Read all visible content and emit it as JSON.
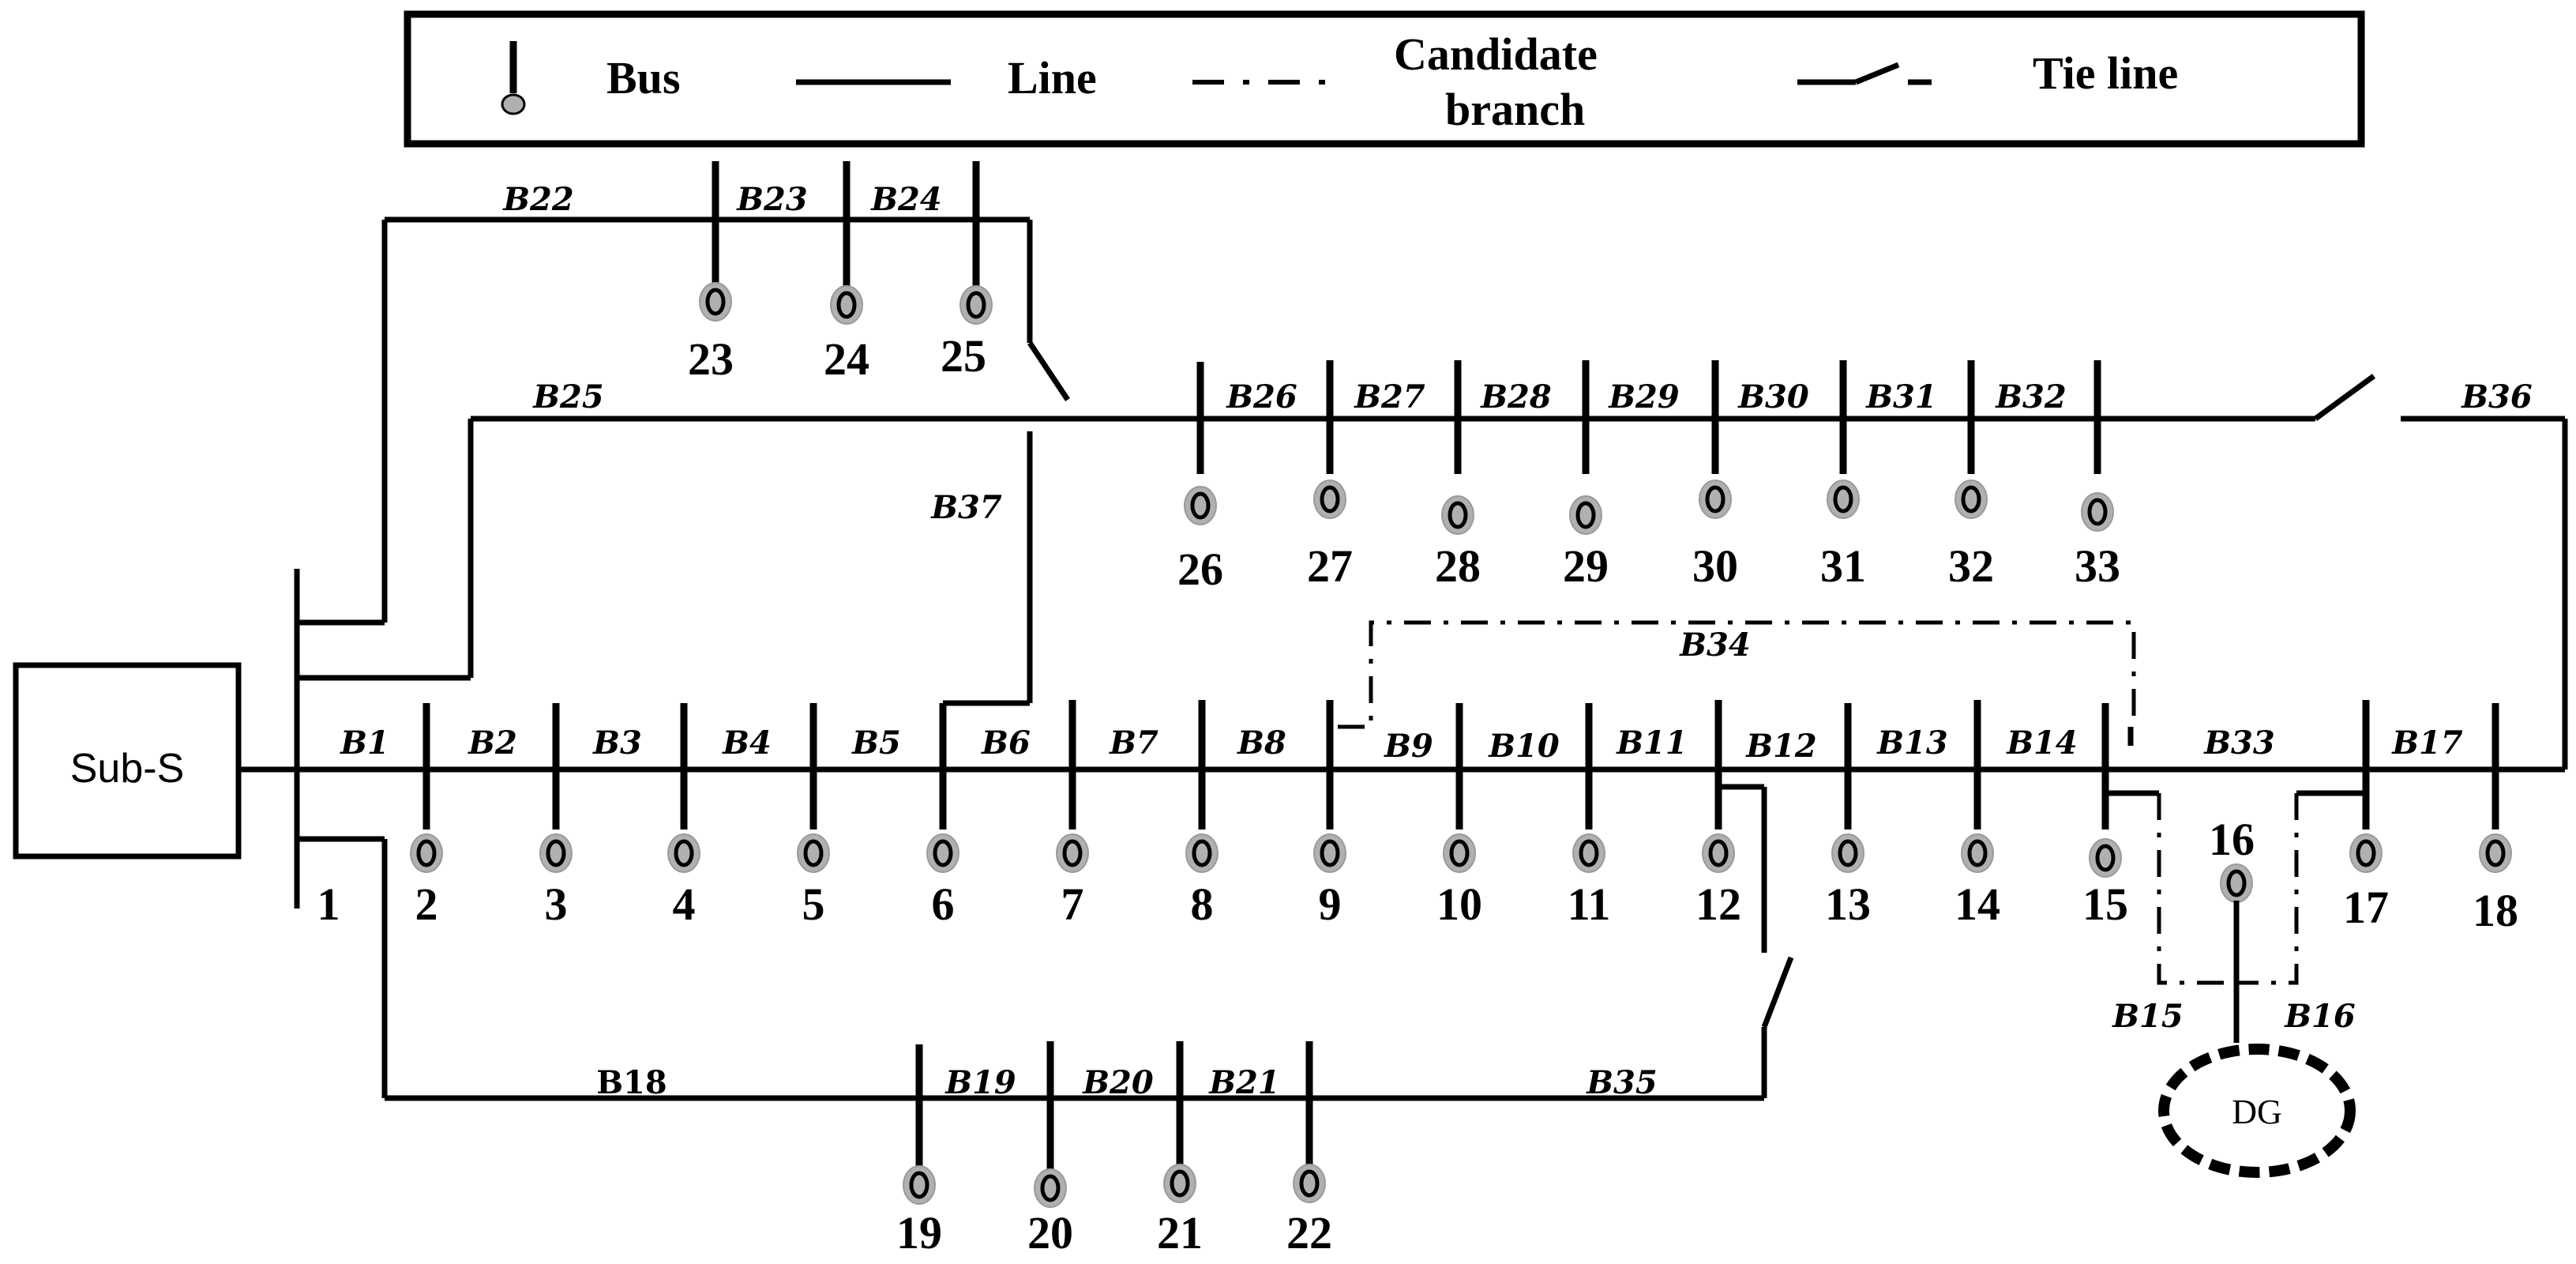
{
  "legend": {
    "bus": "Bus",
    "line": "Line",
    "candidate_branch_line1": "Candidate",
    "candidate_branch_line2": "branch",
    "tie_line": "Tie line"
  },
  "substation": "Sub-S",
  "dg": "DG",
  "buses": [
    "1",
    "2",
    "3",
    "4",
    "5",
    "6",
    "7",
    "8",
    "9",
    "10",
    "11",
    "12",
    "13",
    "14",
    "15",
    "16",
    "17",
    "18",
    "19",
    "20",
    "21",
    "22",
    "23",
    "24",
    "25",
    "26",
    "27",
    "28",
    "29",
    "30",
    "31",
    "32",
    "33"
  ],
  "branches": [
    "B1",
    "B2",
    "B3",
    "B4",
    "B5",
    "B6",
    "B7",
    "B8",
    "B9",
    "B10",
    "B11",
    "B12",
    "B13",
    "B14",
    "B15",
    "B16",
    "B17",
    "B18",
    "B19",
    "B20",
    "B21",
    "B22",
    "B23",
    "B24",
    "B25",
    "B26",
    "B27",
    "B28",
    "B29",
    "B30",
    "B31",
    "B32",
    "B33",
    "B34",
    "B35",
    "B36",
    "B37"
  ]
}
